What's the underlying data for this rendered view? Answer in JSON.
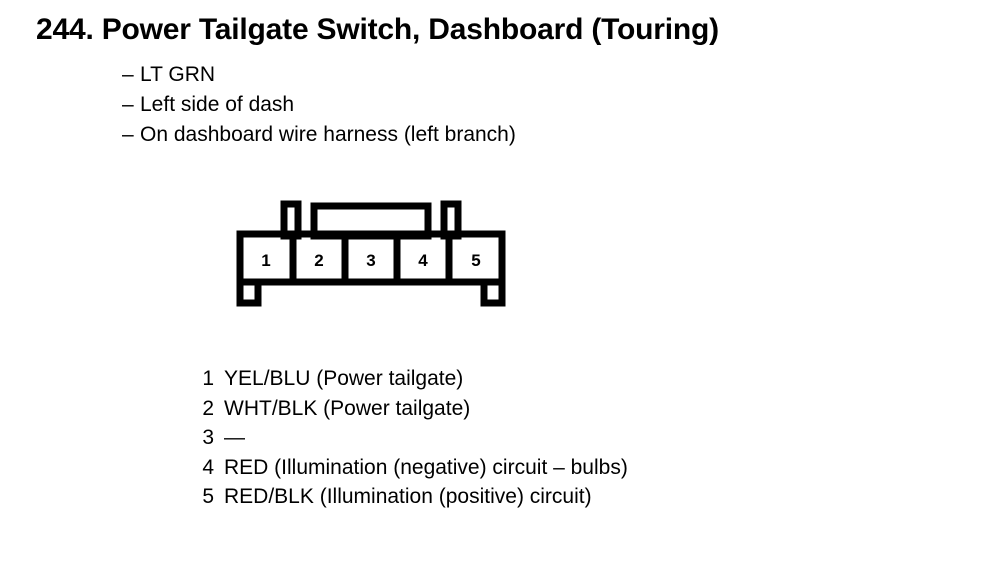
{
  "page": {
    "title": "244. Power Tailgate Switch, Dashboard (Touring)",
    "notes": [
      {
        "dash": "–",
        "text": "LT GRN"
      },
      {
        "dash": "–",
        "text": "Left side of dash"
      },
      {
        "dash": "–",
        "text": "On dashboard wire harness (left branch)"
      }
    ]
  },
  "connector": {
    "cavity_count": 5,
    "cavity_labels": [
      "1",
      "2",
      "3",
      "4",
      "5"
    ],
    "outline_color": "#000000",
    "fill_color": "#ffffff"
  },
  "pin_legend": [
    {
      "index": "1",
      "description": "YEL/BLU (Power tailgate)"
    },
    {
      "index": "2",
      "description": "WHT/BLK (Power tailgate)"
    },
    {
      "index": "3",
      "description": "—"
    },
    {
      "index": "4",
      "description": "RED (Illumination (negative) circuit – bulbs)"
    },
    {
      "index": "5",
      "description": "RED/BLK (Illumination (positive) circuit)"
    }
  ]
}
